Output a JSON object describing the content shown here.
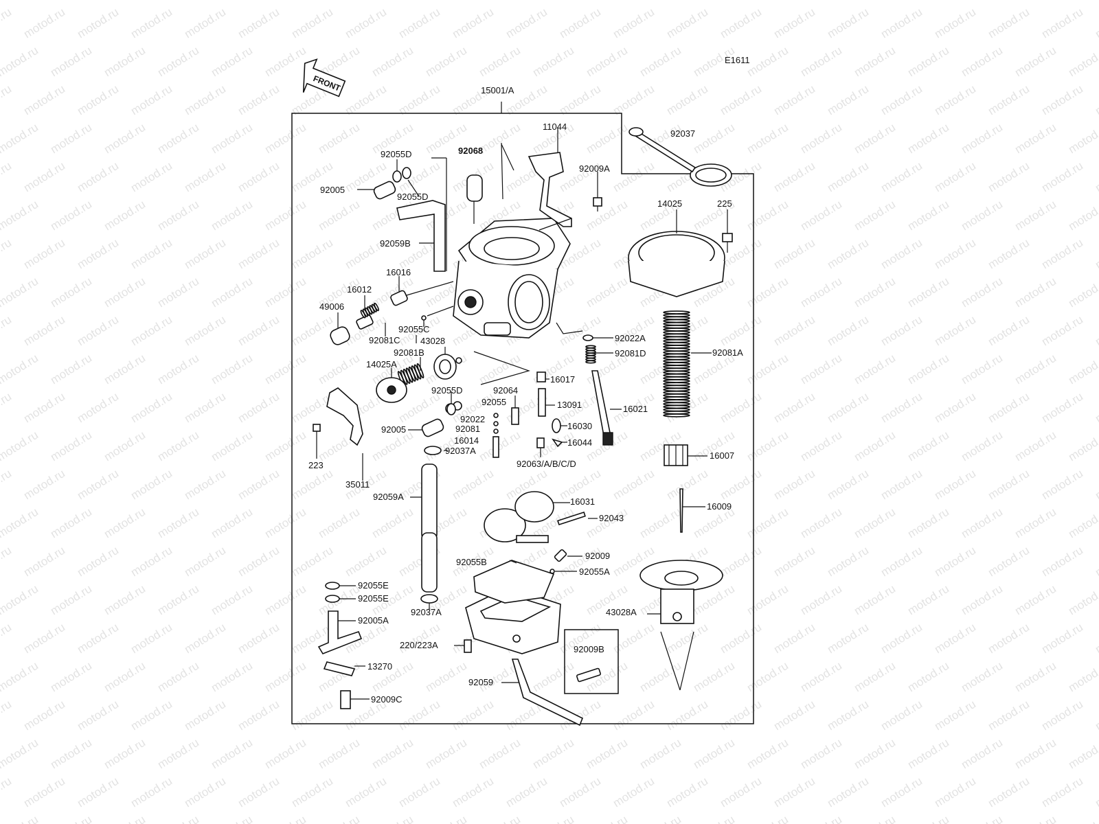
{
  "diagram": {
    "code": "E1611",
    "front_badge": "FRONT",
    "watermark": "motod.ru",
    "assembly_label": "15001/A",
    "part_labels": {
      "p11044": "11044",
      "p92037": "92037",
      "p92055D_top": "92055D",
      "p92068": "92068",
      "p92009A": "92009A",
      "p92005_top": "92005",
      "p92055D_mid": "92055D",
      "p14025": "14025",
      "p225": "225",
      "p92059B": "92059B",
      "p16016": "16016",
      "p16012": "16012",
      "p49006": "49006",
      "p92055C": "92055C",
      "p92081C": "92081C",
      "p43028": "43028",
      "p92081B": "92081B",
      "p92022A": "92022A",
      "p92081D": "92081D",
      "p92081A": "92081A",
      "p14025A": "14025A",
      "p16017": "16017",
      "p92055D_low": "92055D",
      "p92064": "92064",
      "p92055": "92055",
      "p13091": "13091",
      "p16021": "16021",
      "p92005_low": "92005",
      "p92022": "92022",
      "p92081": "92081",
      "p16030": "16030",
      "p16014": "16014",
      "p16044": "16044",
      "p92037A_top": "92037A",
      "p16007": "16007",
      "p223": "223",
      "p92063": "92063/A/B/C/D",
      "p35011": "35011",
      "p92059A": "92059A",
      "p16031": "16031",
      "p16009": "16009",
      "p92043": "92043",
      "p92055B": "92055B",
      "p92009": "92009",
      "p92055A": "92055A",
      "p92055E_1": "92055E",
      "p92055E_2": "92055E",
      "p92037A_low": "92037A",
      "p43028A": "43028A",
      "p92005A": "92005A",
      "p220_223A": "220/223A",
      "p92009B": "92009B",
      "p13270": "13270",
      "p92059": "92059",
      "p92009C": "92009C"
    }
  }
}
